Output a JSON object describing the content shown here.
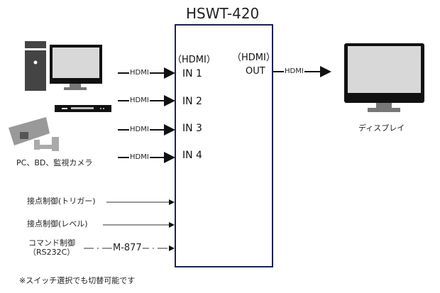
{
  "device": {
    "title": "HSWT-420",
    "in_header": "（HDMI）",
    "out_header": "（HDMI）",
    "out_label": "OUT",
    "inputs": [
      "IN 1",
      "IN 2",
      "IN 3",
      "IN 4"
    ]
  },
  "cables": {
    "hdmi": "HDMI"
  },
  "sources_label": "PC、BD、監視カメラ",
  "display_label": "ディスプレイ",
  "controls": {
    "trigger": "接点制御(トリガー)",
    "level": "接点制御(レベル)",
    "command_line1": "コマンド制御",
    "command_line2": "（RS232C）",
    "command_cable": "M-877"
  },
  "note": "※スイッチ選択でも切替可能です"
}
